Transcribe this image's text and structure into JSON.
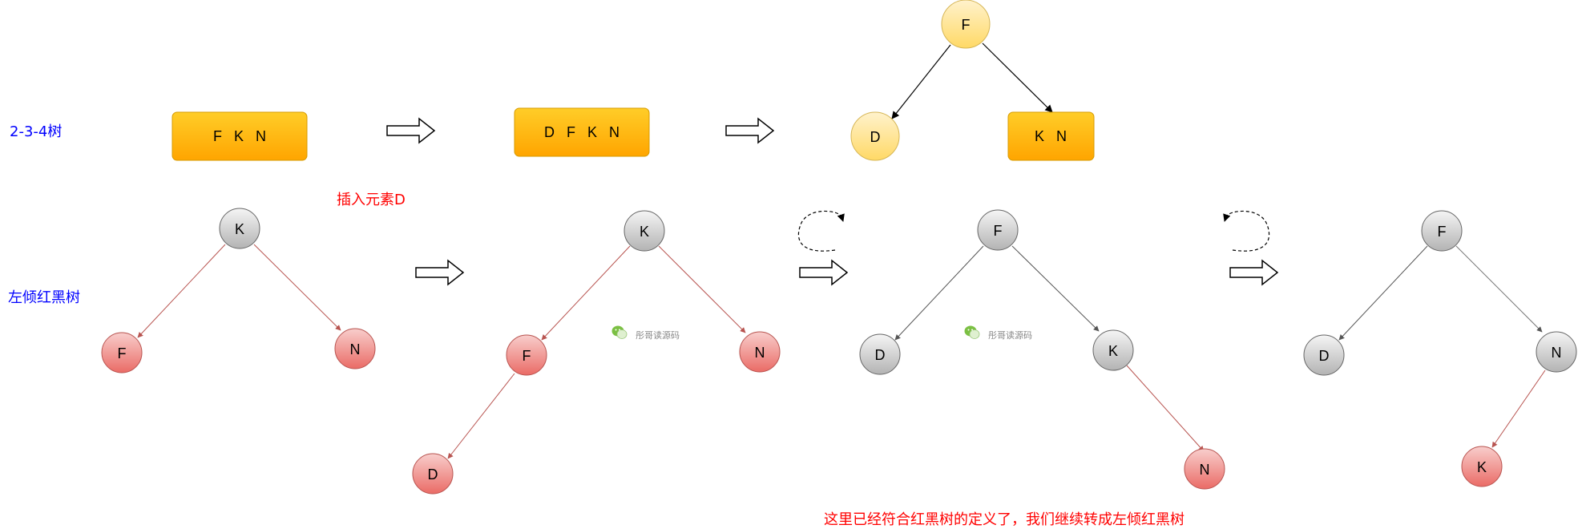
{
  "labels": {
    "tree234": "2-3-4树",
    "llrb": "左倾红黑树",
    "insert": "插入元素D",
    "note": "这里已经符合红黑树的定义了，我们继续转成左倾红黑树"
  },
  "watermark": "彤哥读源码",
  "nodes_234": {
    "box1": "F   K   N",
    "box2": "D   F   K   N",
    "root": "F",
    "left": "D",
    "right": "K   N"
  },
  "rb_trees": [
    {
      "root": "K",
      "left": "F",
      "right": "N"
    },
    {
      "root": "K",
      "left": "F",
      "right": "N",
      "leftleft": "D"
    },
    {
      "root": "F",
      "left": "D",
      "right": "K",
      "rightright": "N"
    },
    {
      "root": "F",
      "left": "D",
      "right": "N",
      "rightleft": "K"
    }
  ],
  "colors": {
    "box_fill_top": "#ffcd28",
    "box_fill_bottom": "#ffa500",
    "node_yellow": "#ffe599",
    "node_gray": "#cccccc",
    "node_red": "#f08080",
    "edge_red": "#b85450",
    "label_blue": "#0000ff",
    "label_red": "#ff0000"
  }
}
